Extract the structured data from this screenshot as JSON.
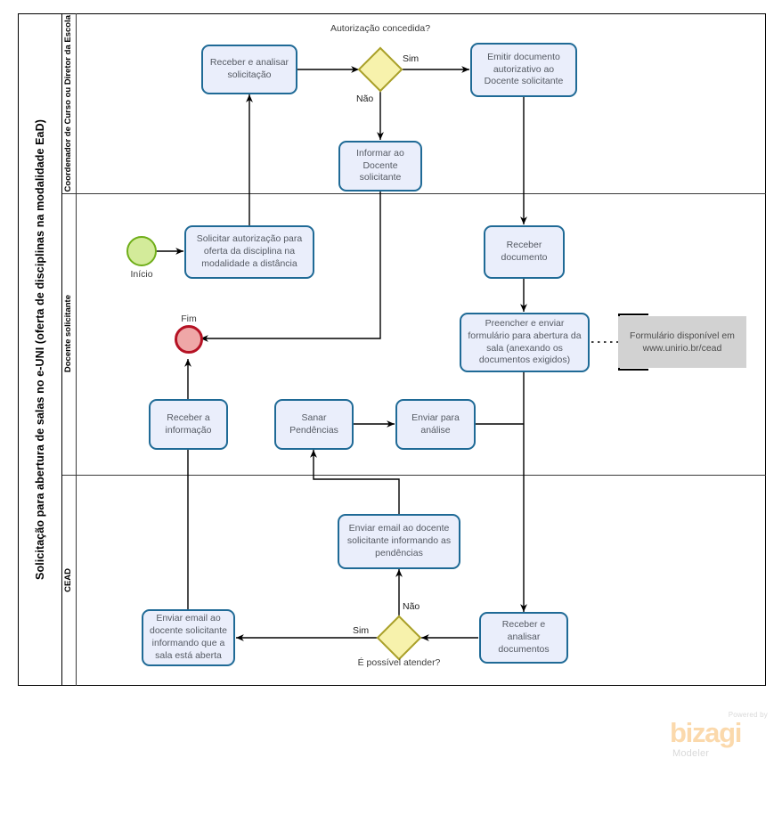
{
  "pool": {
    "title": "Solicitação para abertura de salas no e-UNI (oferta de disciplinas na modalidade EaD)",
    "lanes": [
      {
        "id": "coordenador",
        "label": "Coordenador de Curso ou Diretor da Escola"
      },
      {
        "id": "docente",
        "label": "Docente  solicitante"
      },
      {
        "id": "cead",
        "label": "CEAD"
      }
    ]
  },
  "events": [
    {
      "id": "start",
      "type": "start",
      "label": "Início"
    },
    {
      "id": "end",
      "type": "end",
      "label": "Fim"
    }
  ],
  "tasks": [
    {
      "id": "t1",
      "lane": "coordenador",
      "label": "Receber  e analisar solicitação"
    },
    {
      "id": "t2",
      "lane": "coordenador",
      "label": "Emitir documento autorizativo ao Docente solicitante"
    },
    {
      "id": "t3",
      "lane": "coordenador",
      "label": "Informar ao Docente solicitante"
    },
    {
      "id": "t4",
      "lane": "docente",
      "label": "Solicitar autorização para oferta da disciplina na modalidade a distância"
    },
    {
      "id": "t5",
      "lane": "docente",
      "label": "Receber documento"
    },
    {
      "id": "t6",
      "lane": "docente",
      "label": "Preencher e enviar formulário para abertura da sala (anexando os documentos exigidos)"
    },
    {
      "id": "t7",
      "lane": "docente",
      "label": "Receber a informação"
    },
    {
      "id": "t8",
      "lane": "docente",
      "label": "Sanar Pendências"
    },
    {
      "id": "t9",
      "lane": "docente",
      "label": "Enviar para análise"
    },
    {
      "id": "t10",
      "lane": "cead",
      "label": "Enviar email ao docente solicitante informando as pendências"
    },
    {
      "id": "t11",
      "lane": "cead",
      "label": "Enviar email ao docente solicitante informando que a sala está aberta"
    },
    {
      "id": "t12",
      "lane": "cead",
      "label": "Receber e analisar documentos"
    }
  ],
  "gateways": [
    {
      "id": "g1",
      "lane": "coordenador",
      "label": "Autorização concedida?"
    },
    {
      "id": "g2",
      "lane": "cead",
      "label": "É possível atender?"
    }
  ],
  "flow_labels": [
    {
      "id": "g1-sim",
      "text": "Sim"
    },
    {
      "id": "g1-nao",
      "text": "Não"
    },
    {
      "id": "g2-sim",
      "text": "Sim"
    },
    {
      "id": "g2-nao",
      "text": "Não"
    }
  ],
  "annotations": [
    {
      "id": "a1",
      "text": "Formulário disponível em www.unirio.br/cead"
    }
  ],
  "watermark": {
    "powered_by": "Powered by",
    "brand": "bizagi",
    "product": "Modeler"
  },
  "colors": {
    "task_fill": "#eaeefb",
    "task_border": "#1f6a96",
    "gateway_fill": "#f7f2ac",
    "gateway_border": "#a9a02a",
    "start_fill": "#d3eb9a",
    "start_border": "#6fae19",
    "end_fill": "#efa7a7",
    "end_border": "#b51224",
    "annotation_fill": "#d2d2d2",
    "pool_border": "#000000",
    "brand_orange": "#fbd9ac"
  }
}
